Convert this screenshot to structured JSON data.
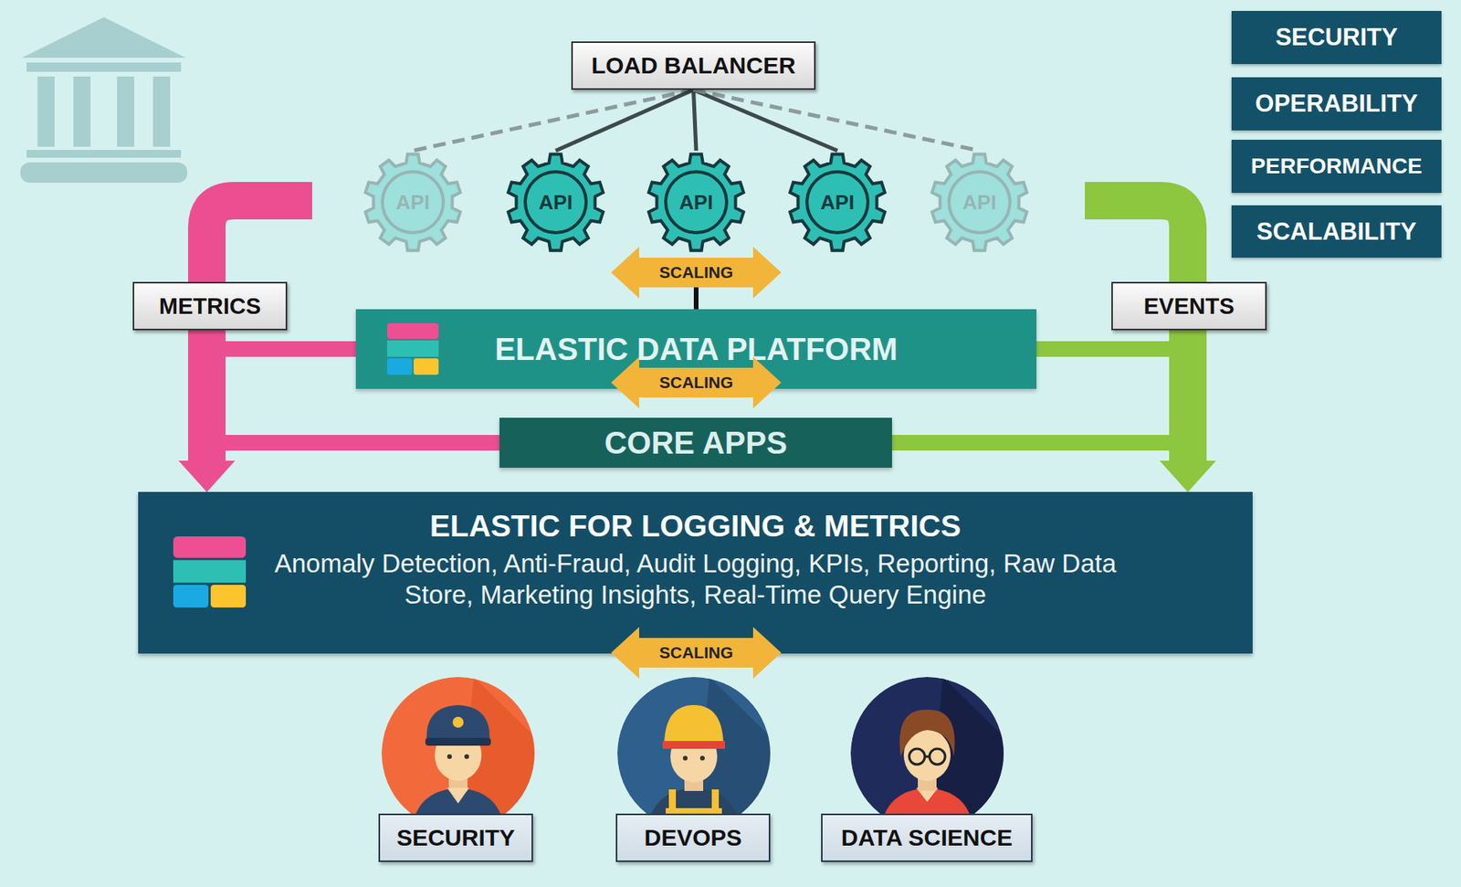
{
  "diagram": {
    "nodes": [
      {
        "text": [
          "LOAD BALANCER"
        ]
      },
      {
        "text": [
          "API"
        ]
      },
      {
        "text": [
          "API"
        ]
      },
      {
        "text": [
          "API"
        ]
      },
      {
        "text": [
          "API"
        ]
      },
      {
        "text": [
          "API"
        ]
      },
      {
        "text": [
          "METRICS"
        ]
      },
      {
        "text": [
          "EVENTS"
        ]
      },
      {
        "text": [
          "ELASTIC DATA PLATFORM"
        ]
      },
      {
        "text": [
          "CORE APPS"
        ]
      },
      {
        "text": [
          "ELASTIC FOR LOGGING & METRICS",
          "Anomaly Detection, Anti-Fraud, Audit Logging, KPIs, Reporting, Raw Data Store, Marketing Insights, Real-Time Query Engine"
        ]
      },
      {
        "text": [
          "SECURITY"
        ]
      },
      {
        "text": [
          "DEVOPS"
        ]
      },
      {
        "text": [
          "DATA SCIENCE"
        ]
      },
      {
        "text": [
          "SECURITY"
        ]
      },
      {
        "text": [
          "OPERABILITY"
        ]
      },
      {
        "text": [
          "PERFORMANCE"
        ]
      },
      {
        "text": [
          "SCALABILITY"
        ]
      }
    ],
    "edges": [
      {
        "from": 0,
        "to": 1,
        "arrow": "none"
      },
      {
        "from": 0,
        "to": 2,
        "arrow": "none"
      },
      {
        "from": 0,
        "to": 3,
        "arrow": "none"
      },
      {
        "from": 0,
        "to": 4,
        "arrow": "none"
      },
      {
        "from": 0,
        "to": 5,
        "arrow": "none"
      },
      {
        "from": 8,
        "to": 10,
        "arrow": "to"
      },
      {
        "from": 9,
        "to": 10,
        "arrow": "to"
      },
      {
        "from": 8,
        "to": 10,
        "arrow": "to"
      },
      {
        "from": 9,
        "to": 10,
        "arrow": "to"
      }
    ],
    "labels": [
      "SCALING",
      "SCALING",
      "SCALING"
    ]
  }
}
